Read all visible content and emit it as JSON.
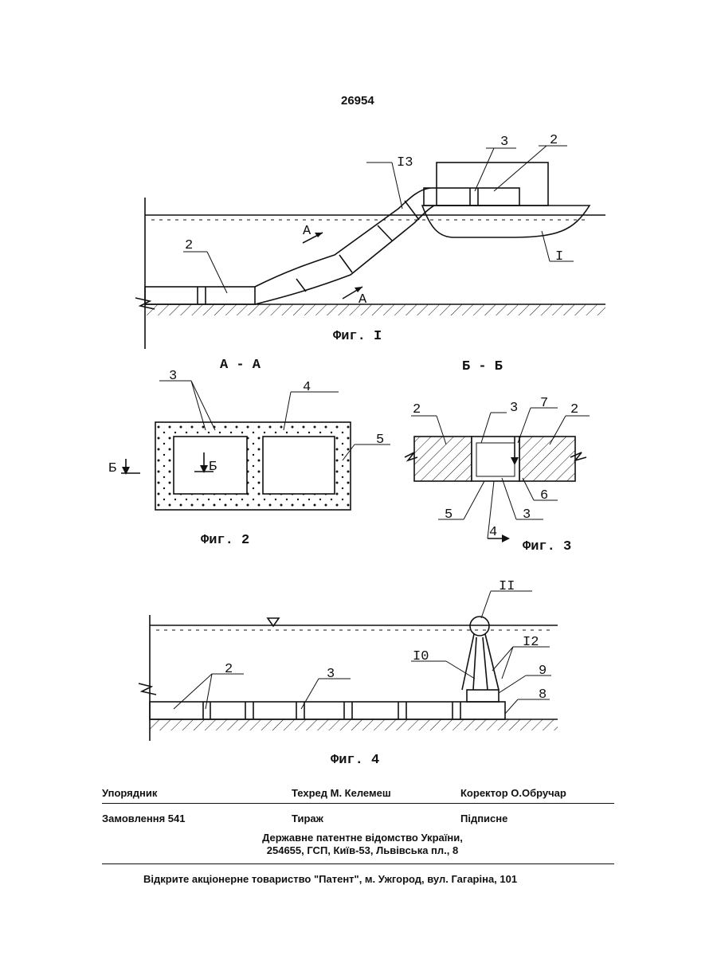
{
  "page": {
    "number": "26954"
  },
  "figures": {
    "fig1": {
      "caption": "Фиг. I",
      "labels": [
        "I3",
        "3",
        "2",
        "2",
        "I",
        "A",
        "A"
      ]
    },
    "fig2": {
      "caption": "Фиг. 2",
      "section_title": "А - А",
      "labels": [
        "3",
        "4",
        "5",
        "Б",
        "Б"
      ]
    },
    "fig3": {
      "caption": "Фиг. 3",
      "section_title": "Б - Б",
      "labels": [
        "2",
        "3",
        "7",
        "2",
        "6",
        "3",
        "5",
        "4"
      ]
    },
    "fig4": {
      "caption": "Фиг. 4",
      "labels": [
        "II",
        "I2",
        "I0",
        "9",
        "8",
        "2",
        "3"
      ]
    }
  },
  "footer": {
    "row1": {
      "compiler": "Упорядник",
      "tech_editor": "Техред М. Келемеш",
      "corrector": "Коректор О.Обручар"
    },
    "row2": {
      "order": "Замовлення 541",
      "circulation": "Тираж",
      "subscription": "Підписне"
    },
    "office_line1": "Державне патентне відомство України,",
    "office_line2": "254655, ГСП, Київ-53, Львівська пл., 8",
    "publisher": "Відкрите акціонерне товариство \"Патент\", м. Ужгород, вул. Гагаріна, 101"
  }
}
